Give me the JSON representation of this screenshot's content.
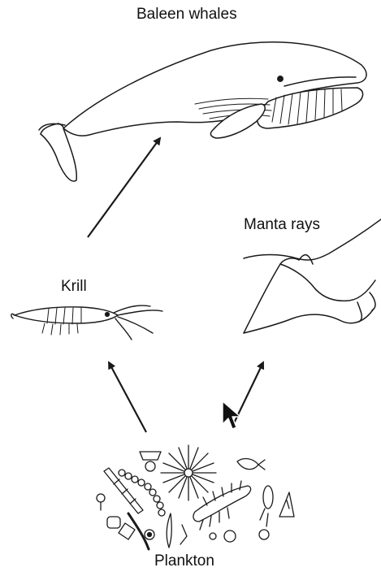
{
  "diagram": {
    "nodes": {
      "baleen_whales": "Baleen whales",
      "krill": "Krill",
      "manta_rays": "Manta rays",
      "plankton": "Plankton"
    },
    "edges": [
      {
        "from": "Krill",
        "to": "Baleen whales"
      },
      {
        "from": "Plankton",
        "to": "Krill"
      },
      {
        "from": "Plankton",
        "to": "Manta rays"
      }
    ]
  },
  "icons": {
    "whale": "baleen-whale-illustration",
    "krill": "krill-illustration",
    "manta": "manta-ray-illustration",
    "plankton": "plankton-cluster-illustration",
    "cursor": "mouse-pointer-icon"
  }
}
